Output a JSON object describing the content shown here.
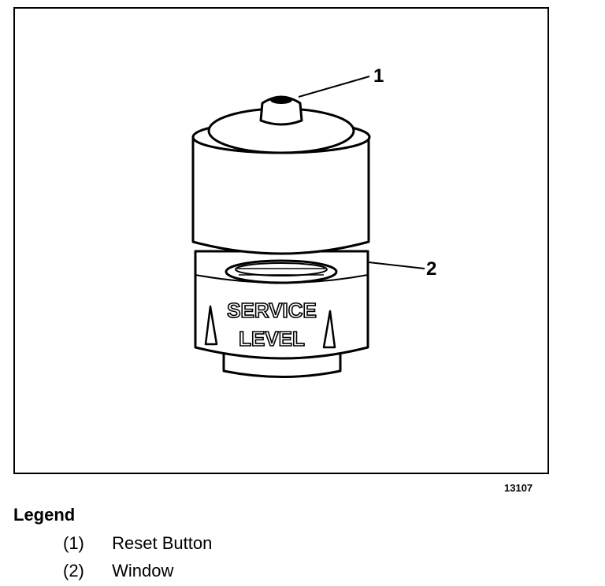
{
  "figure": {
    "callouts": [
      {
        "number": "1",
        "target": "reset-button"
      },
      {
        "number": "2",
        "target": "window"
      }
    ],
    "stamp_lines": [
      "SERVICE",
      "LEVEL"
    ],
    "figure_id": "13107"
  },
  "legend": {
    "title": "Legend",
    "items": [
      {
        "number": "(1)",
        "label": "Reset Button"
      },
      {
        "number": "(2)",
        "label": "Window"
      }
    ]
  }
}
